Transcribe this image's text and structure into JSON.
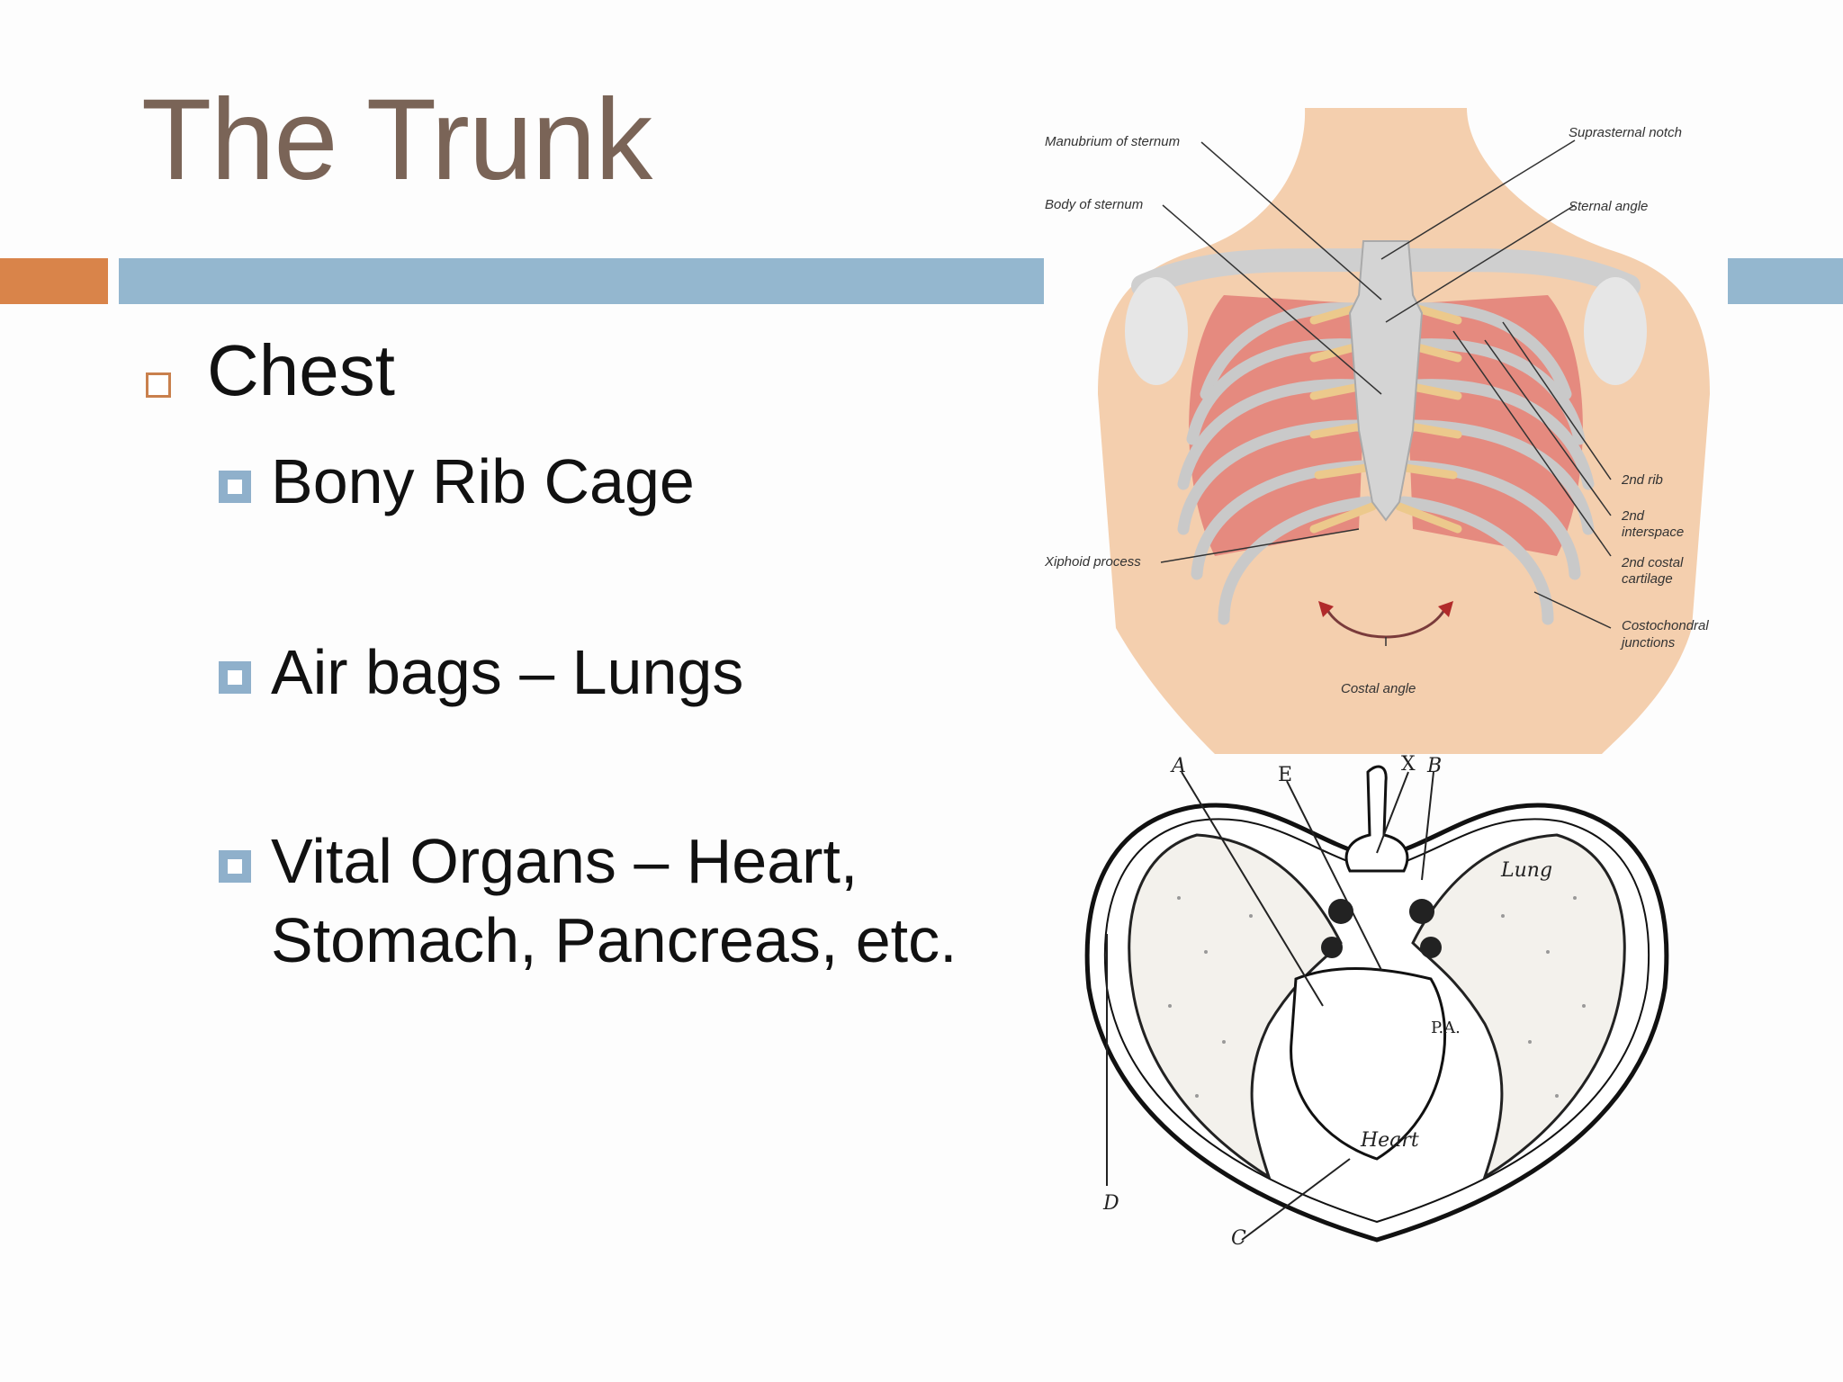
{
  "slide": {
    "title": "The Trunk",
    "bullet": "Chest",
    "subbullets": [
      {
        "line1": "Bony Rib Cage",
        "line2": ""
      },
      {
        "line1": "Air bags – Lungs",
        "line2": ""
      },
      {
        "line1": "Vital Organs – Heart,",
        "line2": "Stomach, Pancreas, etc."
      }
    ]
  },
  "figure_top": {
    "labels": {
      "manubrium": "Manubrium of sternum",
      "body": "Body of sternum",
      "suprasternal": "Suprasternal notch",
      "sternal_angle": "Sternal angle",
      "rib2": "2nd rib",
      "interspace_1": "2nd",
      "interspace_2": "interspace",
      "costal_cart_1": "2nd costal",
      "costal_cart_2": "cartilage",
      "xiphoid": "Xiphoid process",
      "costochondral_1": "Costochondral",
      "costochondral_2": "junctions",
      "costal_angle": "Costal angle"
    }
  },
  "figure_bottom": {
    "labels": {
      "a": "A",
      "e": "E",
      "x": "X",
      "b": "B",
      "lung": "Lung",
      "pa": "P.A.",
      "heart": "Heart",
      "d": "D",
      "c": "C"
    }
  },
  "colors": {
    "title": "#7a6457",
    "accent_orange": "#d9844a",
    "accent_blue": "#94b7cf",
    "bullet_blue": "#8fb0cb"
  }
}
